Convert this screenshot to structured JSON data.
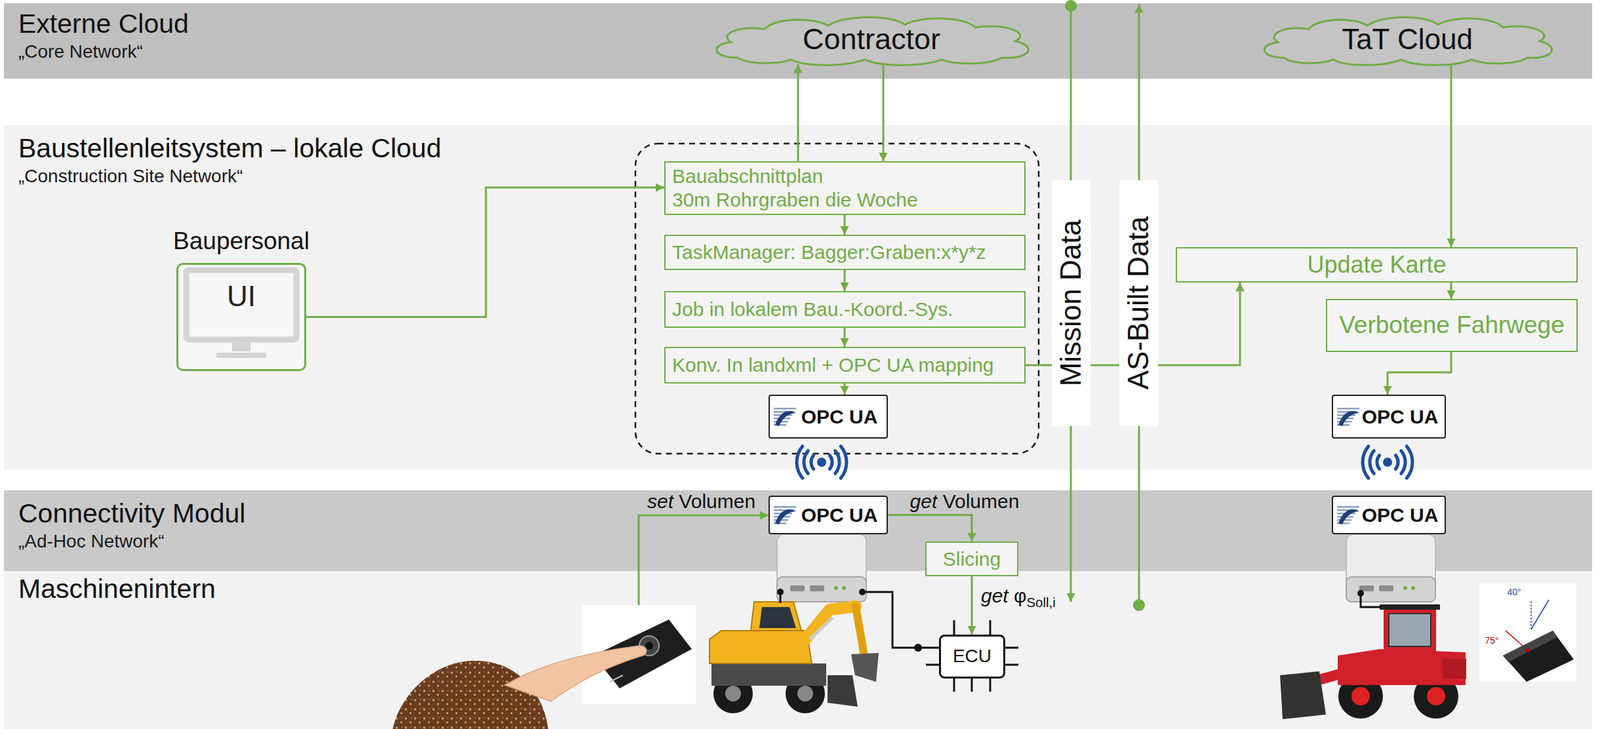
{
  "diagram": {
    "nodes": [
      {
        "text": [
          "Externe Cloud",
          "„Core Network“"
        ]
      },
      {
        "text": [
          "Contractor"
        ],
        "in": 0
      },
      {
        "text": [
          "TaT Cloud"
        ],
        "in": 0
      },
      {
        "text": [
          "Baustellenleitsystem – lokale Cloud",
          "„Construction Site Network“"
        ]
      },
      {
        "text": [
          "Baupersonal",
          "UI"
        ],
        "in": 3
      },
      {
        "text": [
          "Bauabschnittplan",
          "30m Rohrgraben die Woche"
        ],
        "in": 3
      },
      {
        "text": [
          "TaskManager: Bagger:Graben:x*y*z"
        ],
        "in": 3
      },
      {
        "text": [
          "Job in lokalem Bau.-Koord.-Sys."
        ],
        "in": 3
      },
      {
        "text": [
          "Konv. In landxml + OPC UA mapping"
        ],
        "in": 3
      },
      {
        "text": [
          "OPC UA"
        ],
        "in": 3
      },
      {
        "text": [
          "Mission Data"
        ],
        "in": 3
      },
      {
        "text": [
          "AS-Built Data"
        ],
        "in": 3
      },
      {
        "text": [
          "Update Karte"
        ],
        "in": 3
      },
      {
        "text": [
          "Verbotene Fahrwege"
        ],
        "in": 3
      },
      {
        "text": [
          "OPC UA"
        ],
        "in": 3
      },
      {
        "text": [
          "Connectivity Modul",
          "„Ad-Hoc Network“"
        ]
      },
      {
        "text": [
          "OPC UA"
        ],
        "in": 15
      },
      {
        "text": [
          "Slicing"
        ],
        "in": 15
      },
      {
        "text": [
          "OPC UA"
        ],
        "in": 15
      },
      {
        "text": [
          "Maschinenintern"
        ]
      },
      {
        "text": [
          "ECU"
        ],
        "in": 19
      }
    ],
    "edges": [
      {
        "from": 5,
        "to": 1,
        "arrow": "to"
      },
      {
        "from": 1,
        "to": 5,
        "arrow": "to"
      },
      {
        "from": 4,
        "to": 5,
        "arrow": "to"
      },
      {
        "from": 5,
        "to": 6,
        "arrow": "to"
      },
      {
        "from": 6,
        "to": 7,
        "arrow": "to"
      },
      {
        "from": 7,
        "to": 8,
        "arrow": "to"
      },
      {
        "from": 8,
        "to": 9,
        "arrow": "to"
      },
      {
        "from": 8,
        "to": 12,
        "arrow": "to"
      },
      {
        "from": 2,
        "to": 12,
        "arrow": "to"
      },
      {
        "from": 12,
        "to": 13,
        "arrow": "to"
      },
      {
        "from": 13,
        "to": 14,
        "arrow": "to"
      },
      {
        "from": 16,
        "to": 17,
        "label": "get Volumen",
        "arrow": "to"
      },
      {
        "from": 17,
        "to": 20,
        "label": "get φSoll,i",
        "arrow": "to"
      }
    ],
    "labels": [
      "set Volumen",
      "40°",
      "75°"
    ]
  }
}
